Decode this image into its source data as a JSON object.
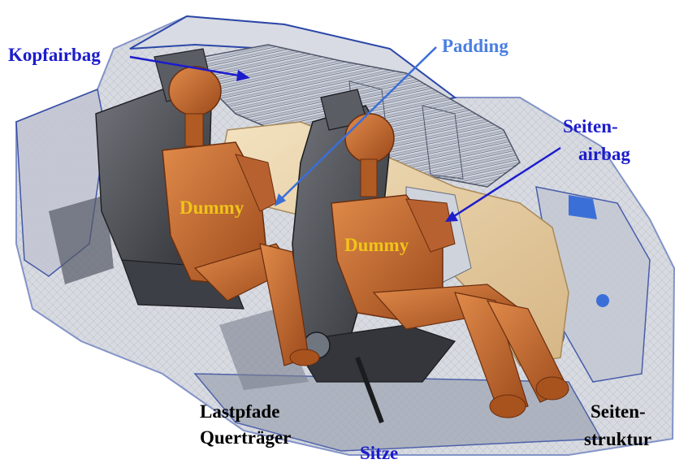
{
  "labels": {
    "kopfairbag": "Kopfairbag",
    "padding": "Padding",
    "seitenairbag_line1": "Seiten-",
    "seitenairbag_line2": "airbag",
    "dummy_left": "Dummy",
    "dummy_right": "Dummy",
    "lastpfade_line1": "Lastpfade",
    "lastpfade_line2": "Querträger",
    "sitze": "Sitze",
    "seitenstruktur_line1": "Seiten-",
    "seitenstruktur_line2": "struktur"
  },
  "colors": {
    "label_blue": "#1c1ccc",
    "label_lightblue": "#4a7fe0",
    "label_gold": "#f0c419",
    "label_black": "#000000",
    "dummy_orange": "#c8682c",
    "padding_beige": "#e9d2a8",
    "seat_dark": "#4a4a50",
    "body_blue": "#3a6fd8"
  }
}
